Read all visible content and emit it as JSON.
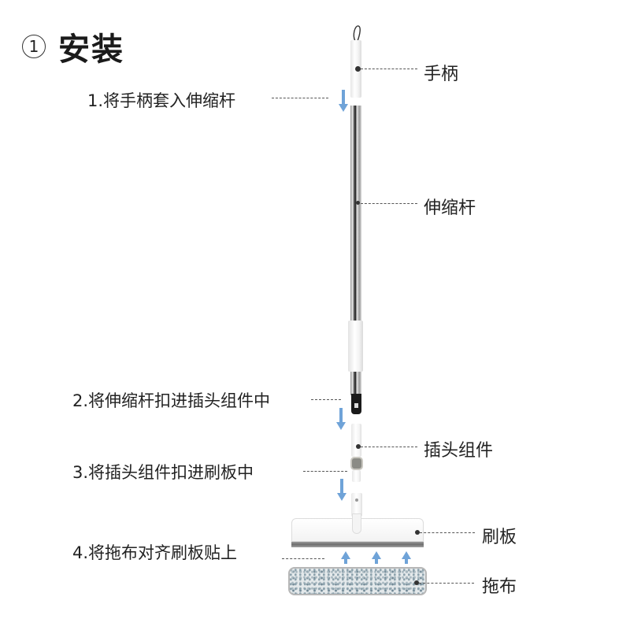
{
  "header": {
    "step_number": "1",
    "step_symbol": "①",
    "title": "安装"
  },
  "steps": [
    {
      "id": 1,
      "text": "1.将手柄套入伸缩杆"
    },
    {
      "id": 2,
      "text": "2.将伸缩杆扣进插头组件中"
    },
    {
      "id": 3,
      "text": "3.将插头组件扣进刷板中"
    },
    {
      "id": 4,
      "text": "4.将拖布对齐刷板贴上"
    }
  ],
  "parts": [
    {
      "id": "handle",
      "label": "手柄"
    },
    {
      "id": "pole",
      "label": "伸缩杆"
    },
    {
      "id": "plug",
      "label": "插头组件"
    },
    {
      "id": "board",
      "label": "刷板"
    },
    {
      "id": "pad",
      "label": "拖布"
    }
  ],
  "colors": {
    "arrow": "#6fa3d8",
    "text": "#222222",
    "background": "#ffffff"
  }
}
